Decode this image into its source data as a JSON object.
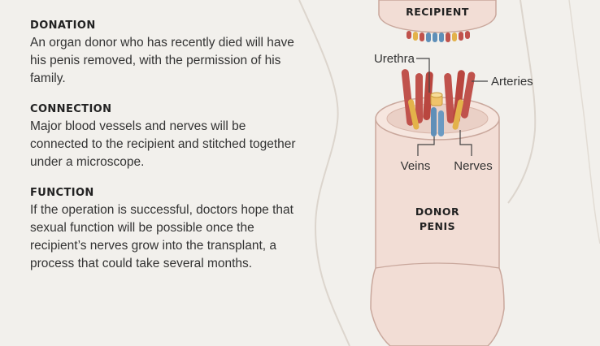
{
  "steps": [
    {
      "heading": "DONATION",
      "body": "An organ donor who has recently died will have his penis removed, with the permission of his family."
    },
    {
      "heading": "CONNECTION",
      "body": "Major blood vessels and nerves will be connected to the recipient and stitched together under a microscope."
    },
    {
      "heading": "FUNCTION",
      "body": "If the operation is successful, doctors hope that sexual function will be possible once the recipient’s nerves grow into the transplant, a process that could take several months."
    }
  ],
  "diagram": {
    "recipient_label": "RECIPIENT",
    "donor_label_line1": "DONOR",
    "donor_label_line2": "PENIS",
    "callouts": {
      "urethra": "Urethra",
      "arteries": "Arteries",
      "veins": "Veins",
      "nerves": "Nerves"
    }
  },
  "colors": {
    "background": "#f2f0ec",
    "body_outline": "#dcd5cd",
    "tissue_fill": "#f2ddd5",
    "tissue_stroke": "#c9a79c",
    "artery": "#c0524c",
    "nerve": "#e3b24a",
    "vein": "#5f8fb8",
    "urethra": "#f0c36a"
  }
}
